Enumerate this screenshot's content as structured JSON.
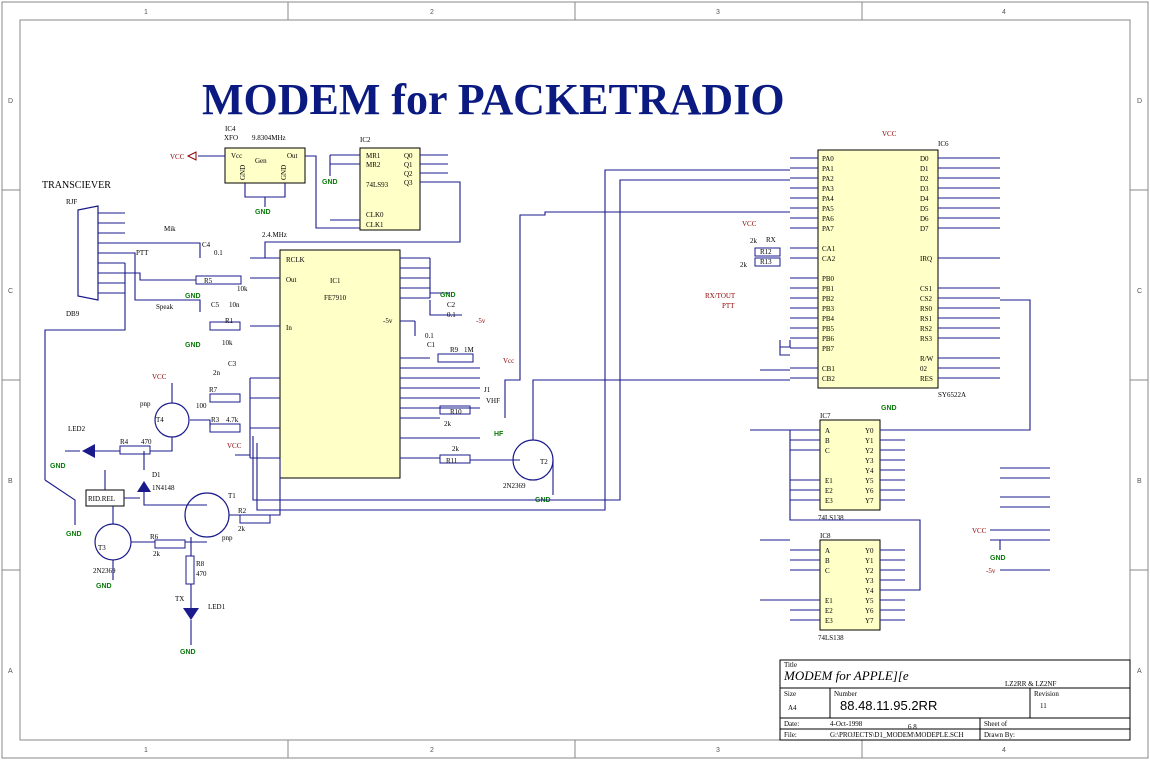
{
  "title": "MODEM for PACKETRADIO",
  "zones": {
    "cols": [
      "1",
      "2",
      "3",
      "4"
    ],
    "rows": [
      "D",
      "C",
      "B",
      "A"
    ]
  },
  "ics": {
    "ic4": {
      "ref": "IC4",
      "name": "Gen",
      "freq": "9.8304MHz",
      "xfo": "XFO",
      "pins": [
        "Vcc",
        "Out",
        "GND",
        "GND"
      ]
    },
    "ic2": {
      "ref": "IC2",
      "name": "74LS93",
      "pins": [
        "MR1",
        "MR2",
        "Q0",
        "Q1",
        "Q2",
        "Q3",
        "CLK0",
        "CLK1"
      ]
    },
    "ic1": {
      "ref": "IC1",
      "name": "FE7910",
      "pins": [
        "RCLK",
        "Out",
        "In",
        "-5v"
      ]
    },
    "ic6": {
      "ref": "IC6",
      "name": "SY6522A",
      "left": [
        "PA0",
        "PA1",
        "PA2",
        "PA3",
        "PA4",
        "PA5",
        "PA6",
        "PA7",
        "CA1",
        "CA2",
        "PB0",
        "PB1",
        "PB2",
        "PB3",
        "PB4",
        "PB5",
        "PB6",
        "PB7",
        "CB1",
        "CB2"
      ],
      "right": [
        "D0",
        "D1",
        "D2",
        "D3",
        "D4",
        "D5",
        "D6",
        "D7",
        "IRQ",
        "CS1",
        "CS2",
        "RS0",
        "RS1",
        "RS2",
        "RS3",
        "R/W",
        "02",
        "RES"
      ]
    },
    "ic7": {
      "ref": "IC7",
      "name": "74LS138",
      "in": [
        "A",
        "B",
        "C",
        "E1",
        "E2",
        "E3"
      ],
      "out": [
        "Y0",
        "Y1",
        "Y2",
        "Y3",
        "Y4",
        "Y5",
        "Y6",
        "Y7"
      ]
    },
    "ic8": {
      "ref": "IC8",
      "name": "74LS138",
      "in": [
        "A",
        "B",
        "C",
        "E1",
        "E2",
        "E3"
      ],
      "out": [
        "Y0",
        "Y1",
        "Y2",
        "Y3",
        "Y4",
        "Y5",
        "Y6",
        "Y7"
      ]
    }
  },
  "labels": {
    "vcc": "VCC",
    "vcc_small": "Vcc",
    "gnd": "GND",
    "transciever": "TRANSCIEVER",
    "rjf": "RJF",
    "db9": "DB9",
    "mik": "Mik",
    "ptt": "PTT",
    "speak": "Speak",
    "freq24": "2.4.MHz",
    "rxtx": "RX/TOUT",
    "ptt2": "PTT",
    "rx": "RX",
    "vhf": "VHF",
    "hf": "HF",
    "j1": "J1",
    "rid_rel": "RID.REL",
    "tx": "TX",
    "pnp": "pnp",
    "minus5": "-5v",
    "led1": "LED1",
    "led2": "LED2",
    "d1": "D1",
    "d1v": "1N4148"
  },
  "parts": {
    "c4": "C4",
    "c4v": "0.1",
    "r5": "R5",
    "r5v": "10k",
    "c5": "C5",
    "c5v": "10n",
    "r1": "R1",
    "r1v": "10k",
    "c3": "C3",
    "c3v": "2n",
    "r7": "R7",
    "r7v": "100",
    "r3": "R3",
    "r3v": "4.7k",
    "r4": "R4",
    "r4v": "470",
    "r6": "R6",
    "r6v": "2k",
    "r8": "R8",
    "r8v": "470",
    "r2": "R2",
    "r2v": "2k",
    "t1": "T1",
    "t2": "T2",
    "t3": "T3",
    "t4": "T4",
    "t2v": "2N2369",
    "t3v": "2N2369",
    "r9": "R9",
    "r9v": "1M",
    "r10": "R10",
    "r10v": "2k",
    "r11": "R11",
    "r11v": "2k",
    "r12": "R12",
    "r13": "R13",
    "r1213v": "2k",
    "c2": "C2",
    "c2v": "0.1",
    "c1": "C1",
    "c1v": "0.1"
  },
  "titleblock": {
    "title_lbl": "Title",
    "title": "MODEM for APPLE][e",
    "authors": "LZ2RR & LZ2NF",
    "size_lbl": "Size",
    "size": "A4",
    "number_lbl": "Number",
    "number": "88.48.11.95.2RR",
    "rev_lbl": "Revision",
    "rev": "11",
    "date_lbl": "Date:",
    "date": "4-Oct-1998",
    "sheet_lbl": "Sheet   of",
    "sheet": "6     8",
    "file_lbl": "File:",
    "file": "G:\\PROJECTS\\D1_MODEM\\MODEPLE.SCH",
    "drawn_lbl": "Drawn By:"
  }
}
